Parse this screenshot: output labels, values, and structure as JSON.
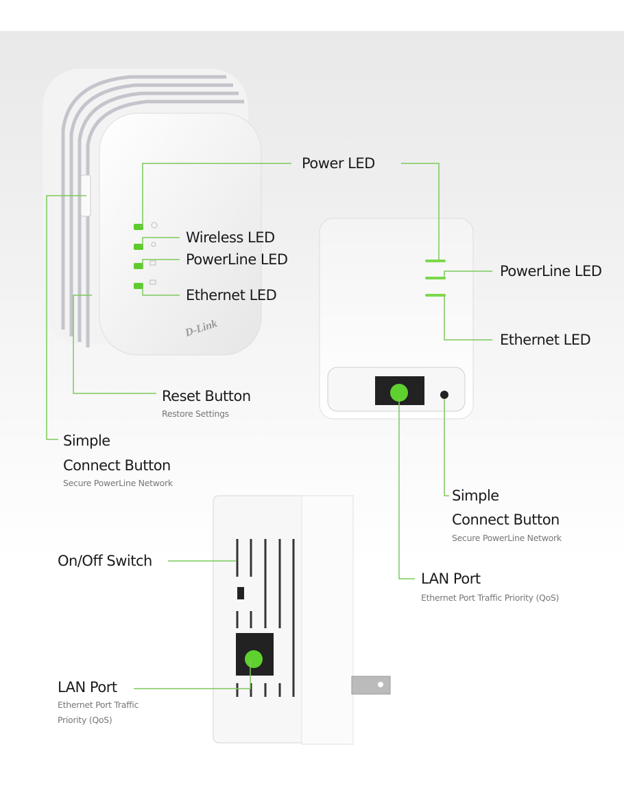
{
  "accent_color": "#6fd13a",
  "line_color": "#7cc95a",
  "device_brand": "D-Link",
  "labels": {
    "power_led": "Power LED",
    "wireless_led": "Wireless LED",
    "powerline_led_left": "PowerLine LED",
    "ethernet_led_left": "Ethernet LED",
    "powerline_led_right": "PowerLine LED",
    "ethernet_led_right": "Ethernet LED",
    "reset_button": "Reset Button",
    "reset_button_sub": "Restore Settings",
    "simple_connect_left_1": "Simple",
    "simple_connect_left_2": "Connect Button",
    "simple_connect_left_sub": "Secure PowerLine Network",
    "simple_connect_right_1": "Simple",
    "simple_connect_right_2": "Connect Button",
    "simple_connect_right_sub": "Secure PowerLine Network",
    "lan_port_right": "LAN Port",
    "lan_port_right_sub": "Ethernet Port Traffic Priority (QoS)",
    "on_off_switch": "On/Off Switch",
    "lan_port_bottom": "LAN Port",
    "lan_port_bottom_sub_1": "Ethernet Port Traffic",
    "lan_port_bottom_sub_2": "Priority (QoS)"
  }
}
